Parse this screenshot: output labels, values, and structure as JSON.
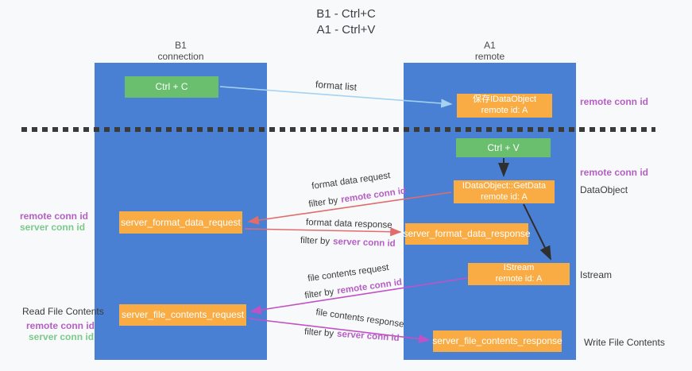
{
  "title": {
    "line1": "B1 - Ctrl+C",
    "line2": "A1 - Ctrl+V"
  },
  "lanes": {
    "left": {
      "name": "B1",
      "role": "connection"
    },
    "right": {
      "name": "A1",
      "role": "remote"
    }
  },
  "nodes": {
    "ctrl_c": {
      "label": "Ctrl + C"
    },
    "save_idataobject": {
      "line1": "保存IDataObject",
      "line2": "remote id: A"
    },
    "ctrl_v": {
      "label": "Ctrl + V"
    },
    "idataobject_getdata": {
      "line1": "IDataObject::GetData",
      "line2": "remote id: A"
    },
    "server_format_data_request": {
      "label": "server_format_data_request"
    },
    "server_format_data_response": {
      "label": "server_format_data_response"
    },
    "istream": {
      "line1": "IStream",
      "line2": "remote id: A"
    },
    "server_file_contents_request": {
      "label": "server_file_contents_request"
    },
    "server_file_contents_response": {
      "label": "server_file_contents_response"
    }
  },
  "arrows": {
    "format_list": {
      "label": "format list"
    },
    "format_data_request": {
      "label": "format data request",
      "filter_prefix": "filter by",
      "filter_key": "remote conn id"
    },
    "format_data_response": {
      "label": "format data response",
      "filter_prefix": "filter by",
      "filter_key": "server conn id"
    },
    "file_contents_request": {
      "label": "file contents request",
      "filter_prefix": "filter by",
      "filter_key": "remote conn id"
    },
    "file_contents_response": {
      "label": "file contents response",
      "filter_prefix": "filter by",
      "filter_key": "server conn id"
    }
  },
  "side_labels": {
    "remote_conn_id_top": "remote conn id",
    "remote_conn_id_mid": "remote conn id",
    "dataobject": "DataObject",
    "istream": "Istream",
    "read_file_contents": "Read File Contents",
    "write_file_contents": "Write File Contents",
    "mid_left_remote": "remote conn id",
    "mid_left_server": "server conn id",
    "bottom_left_remote": "remote conn id",
    "bottom_left_server": "server conn id"
  },
  "colors": {
    "background": "#f8f9fa",
    "lane_blue": "#4a80d4",
    "box_green": "#6abf6e",
    "box_orange": "#f9ac44",
    "arrow_light_blue": "#a5d2f1",
    "arrow_red": "#e06c6c",
    "arrow_magenta": "#c052c6",
    "arrow_black": "#2f2f2f",
    "text_purple": "#b55fc5",
    "text_green": "#7cc98c"
  }
}
